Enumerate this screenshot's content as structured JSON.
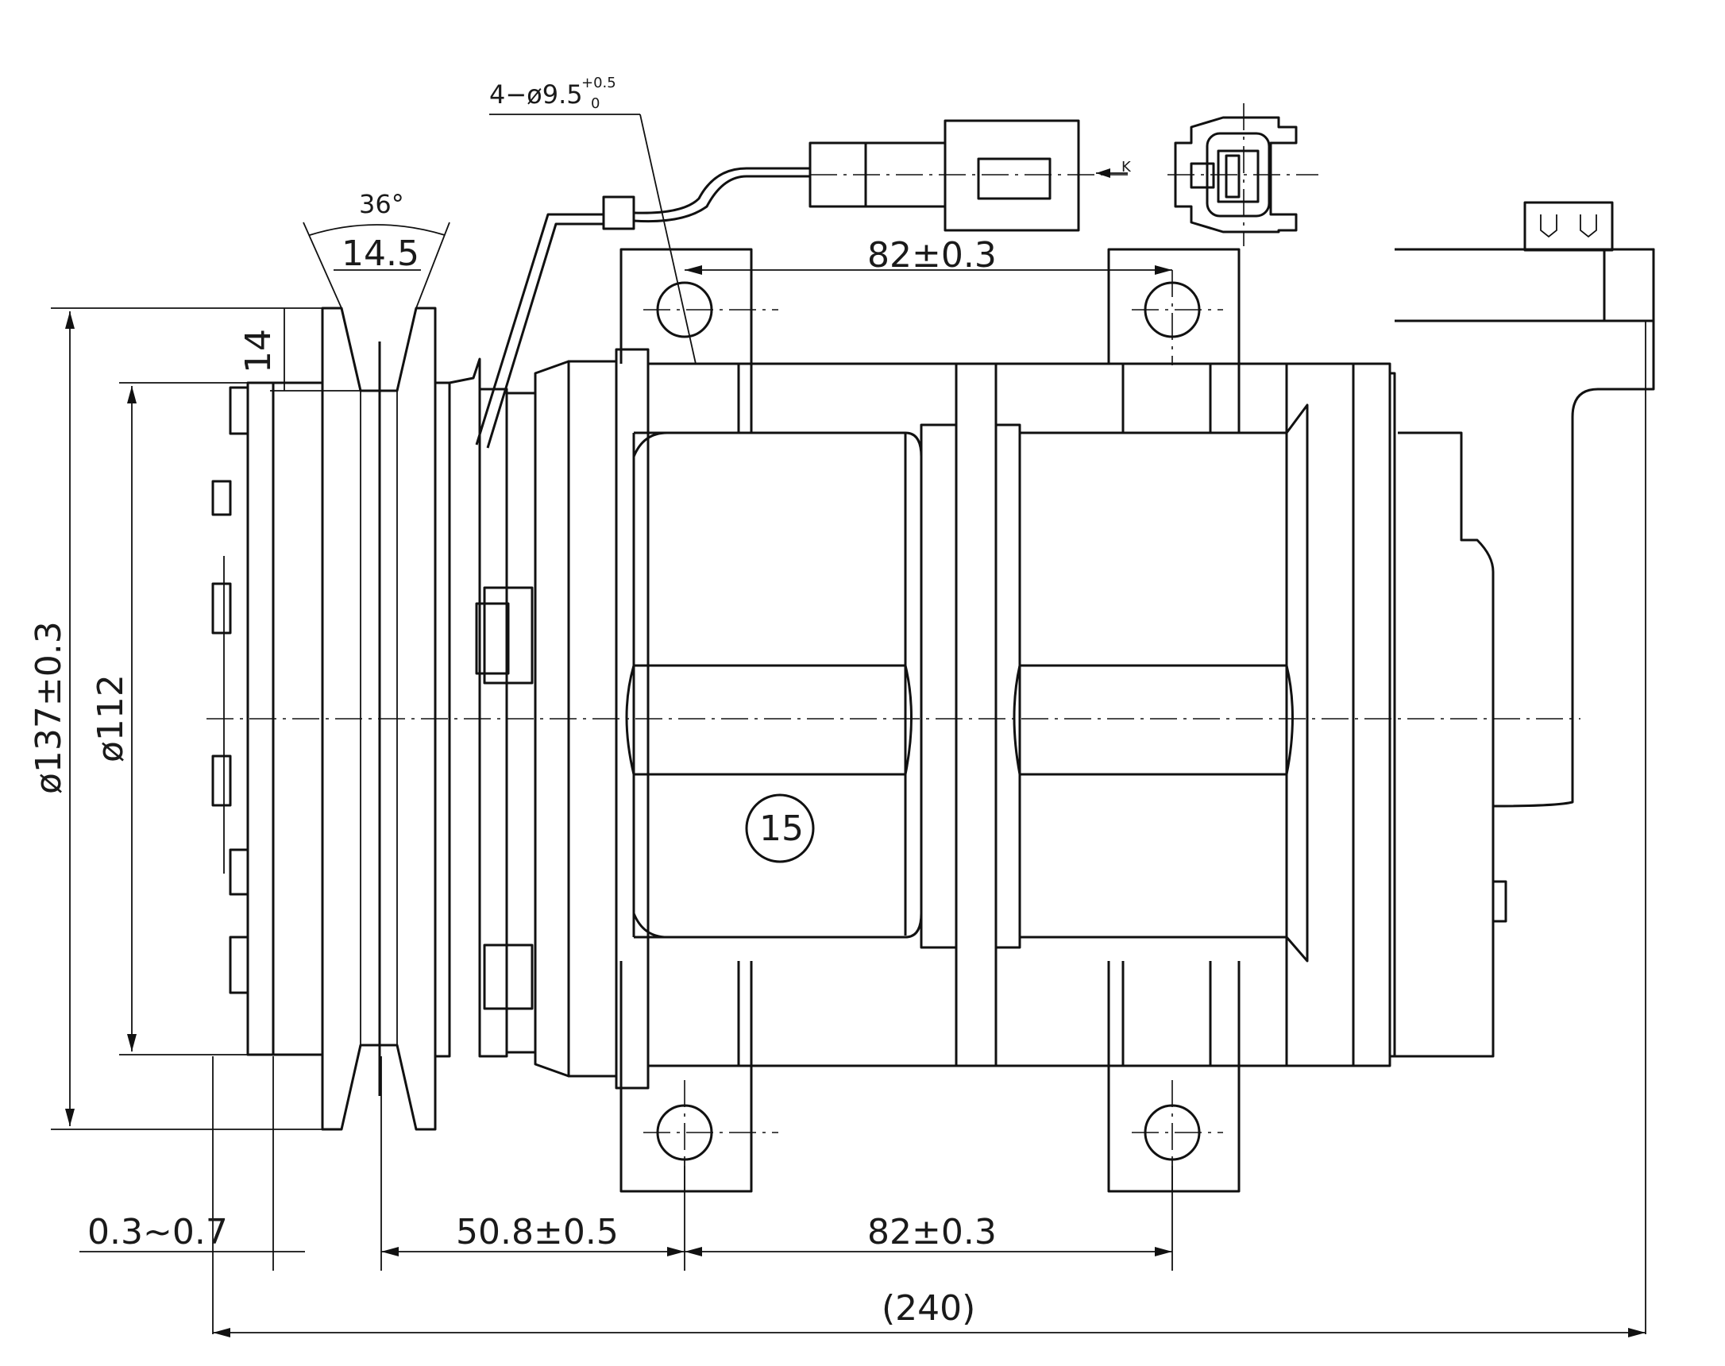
{
  "dimensions": {
    "hole_spec_main": "4−ø9.5",
    "hole_spec_tol_upper": "+0.5",
    "hole_spec_tol_lower": "0",
    "groove_angle": "36°",
    "groove_width": "14.5",
    "groove_depth": "14",
    "pulley_outer_diameter": "ø137±0.3",
    "clutch_diameter": "ø112",
    "mount_spacing_top": "82±0.3",
    "mount_spacing_bottom": "82±0.3",
    "pulley_to_mount": "50.8±0.5",
    "air_gap": "0.3~0.7",
    "overall_length": "(240)"
  },
  "labels": {
    "view_arrow": "K",
    "part_balloon": "15"
  }
}
